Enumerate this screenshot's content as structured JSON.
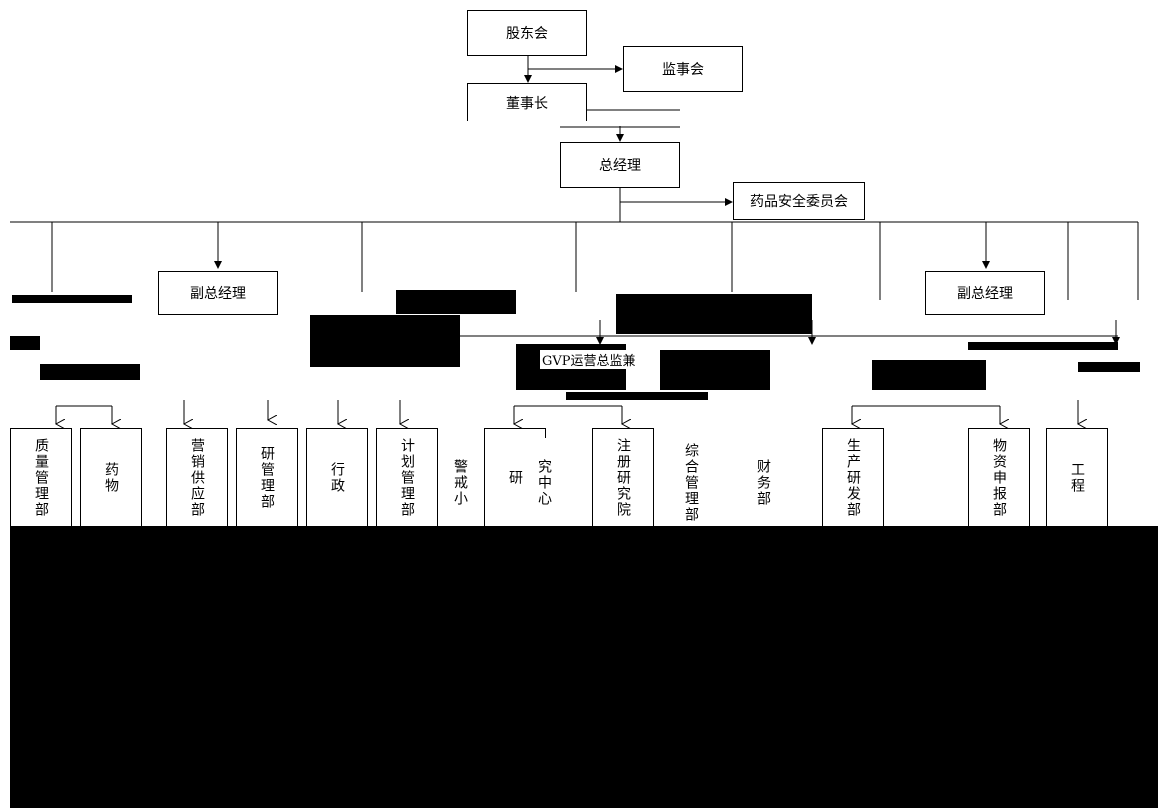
{
  "top": {
    "shareholders": "股东会",
    "supervisors": "监事会",
    "chairman": "董事长",
    "gm": "总经理",
    "safety_committee": "药品安全委员会"
  },
  "vps": {
    "vp_left": "副总经理",
    "vp_right": "副总经理"
  },
  "mid": {
    "gvp_supervisor": "GVP运营总监兼"
  },
  "departments": [
    "质量管理部",
    "药物",
    "营销供应部",
    "研管理部",
    "行政",
    "计划管理部",
    "警戒小",
    "研",
    "究中心",
    "注册研究院",
    "综合管理部",
    "财务部",
    "生产研发部",
    "物资申报部",
    "工程"
  ],
  "colors": {
    "line": "#000000",
    "bg": "#ffffff",
    "mask": "#000000"
  }
}
